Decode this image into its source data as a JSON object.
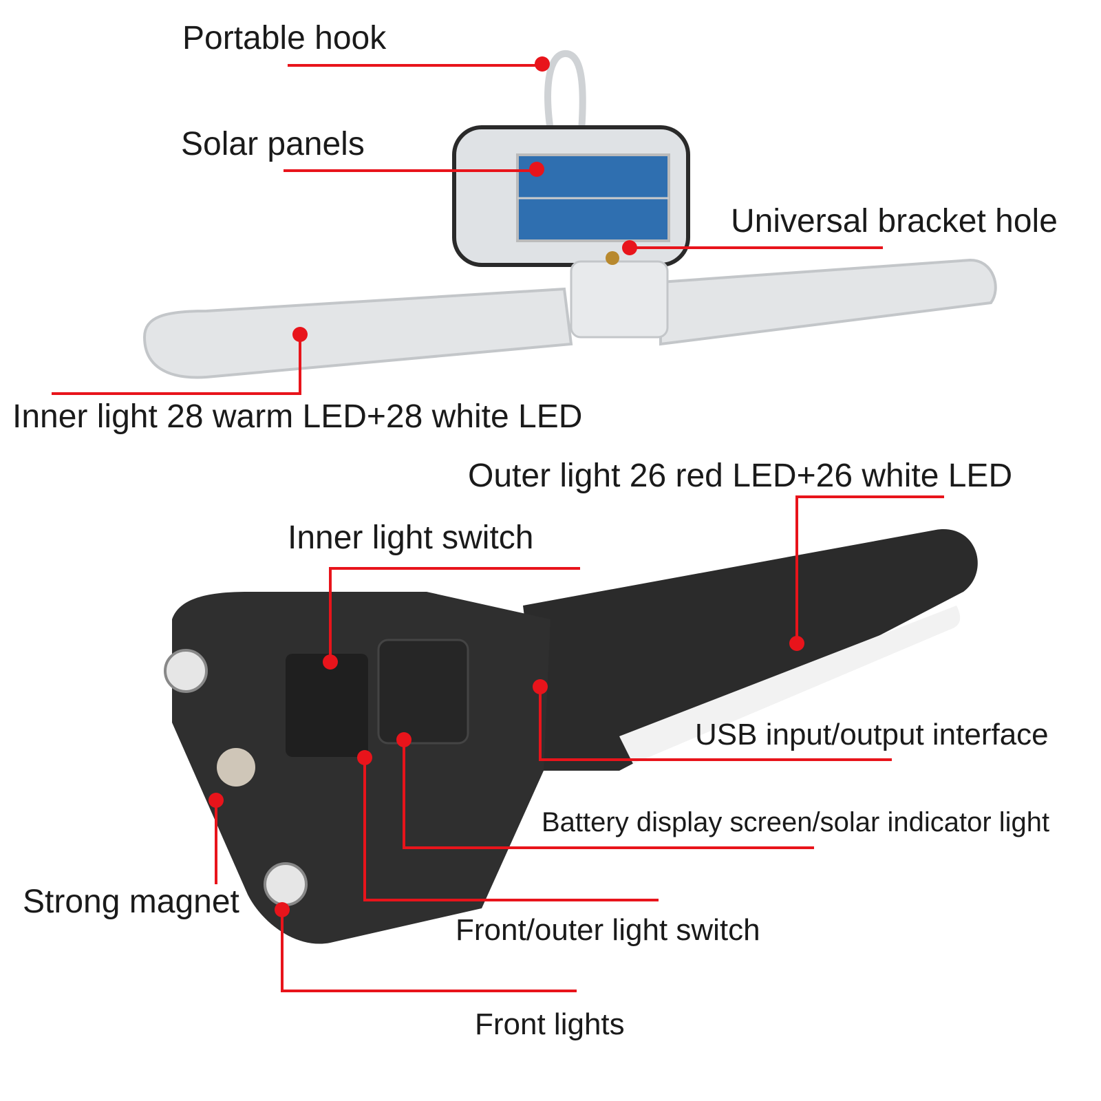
{
  "labels": {
    "portable_hook": "Portable hook",
    "solar_panels": "Solar panels",
    "bracket_hole": "Universal bracket hole",
    "inner_light": "Inner light 28 warm LED+28 white LED",
    "outer_light": "Outer light 26 red LED+26 white LED",
    "inner_switch": "Inner light switch",
    "usb": "USB input/output interface",
    "battery_display": "Battery display screen/solar indicator light",
    "front_outer_switch": "Front/outer light switch",
    "strong_magnet": "Strong magnet",
    "front_lights": "Front lights"
  },
  "colors": {
    "leader": "#e8141b",
    "body_dark": "#2b2b2b",
    "body_light": "#e4e6e8",
    "solar": "#2f6fb0"
  }
}
